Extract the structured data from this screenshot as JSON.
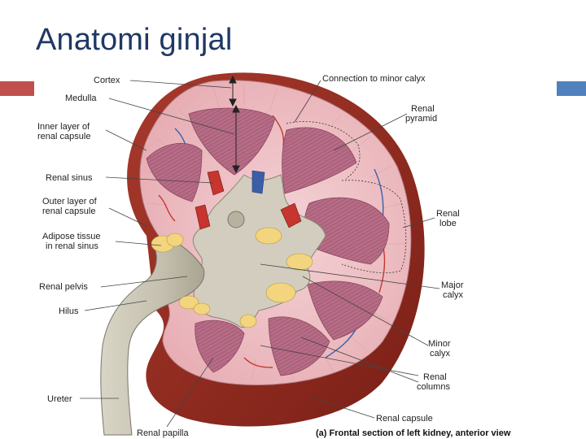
{
  "title": "Anatomi ginjal",
  "accents": {
    "left_bar": "#c0504d",
    "right_bar": "#4f81bd"
  },
  "labels": {
    "cortex": "Cortex",
    "medulla": "Medulla",
    "inner_capsule_1": "Inner layer of",
    "inner_capsule_2": "renal capsule",
    "renal_sinus": "Renal sinus",
    "outer_capsule_1": "Outer layer of",
    "outer_capsule_2": "renal capsule",
    "adipose_1": "Adipose tissue",
    "adipose_2": "in renal sinus",
    "renal_pelvis": "Renal pelvis",
    "hilus": "Hilus",
    "ureter": "Ureter",
    "renal_papilla": "Renal papilla",
    "connection": "Connection to minor calyx",
    "pyramid_1": "Renal",
    "pyramid_2": "pyramid",
    "lobe_1": "Renal",
    "lobe_2": "lobe",
    "major_1": "Major",
    "major_2": "calyx",
    "minor_1": "Minor",
    "minor_2": "calyx",
    "columns_1": "Renal",
    "columns_2": "columns",
    "renal_capsule": "Renal capsule"
  },
  "caption": "(a) Frontal section of left kidney, anterior view"
}
